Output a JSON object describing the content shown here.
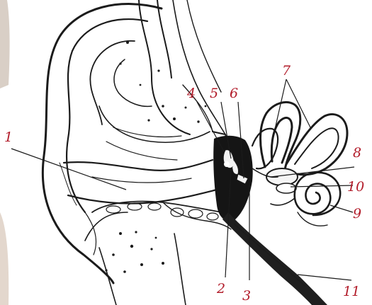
{
  "diagram": {
    "label_color": "#b21c2a",
    "line_color": "#1b1b1b",
    "labels": [
      "1",
      "2",
      "3",
      "4",
      "5",
      "6",
      "7",
      "8",
      "9",
      "10",
      "11"
    ]
  }
}
